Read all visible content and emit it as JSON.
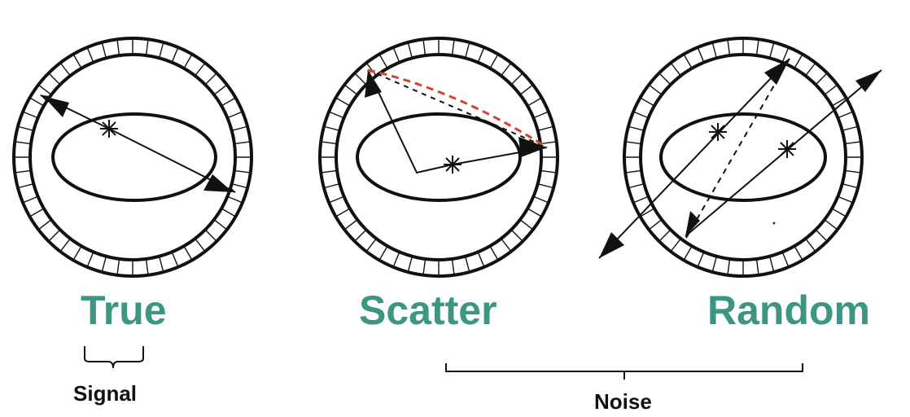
{
  "colors": {
    "title": "#3c9682",
    "ink": "#111111",
    "scatter_path": "#d0452b"
  },
  "panels": [
    {
      "title": "True"
    },
    {
      "title": "Scatter"
    },
    {
      "title": "Random"
    }
  ],
  "groups": {
    "signal": "Signal",
    "noise": "Noise"
  }
}
